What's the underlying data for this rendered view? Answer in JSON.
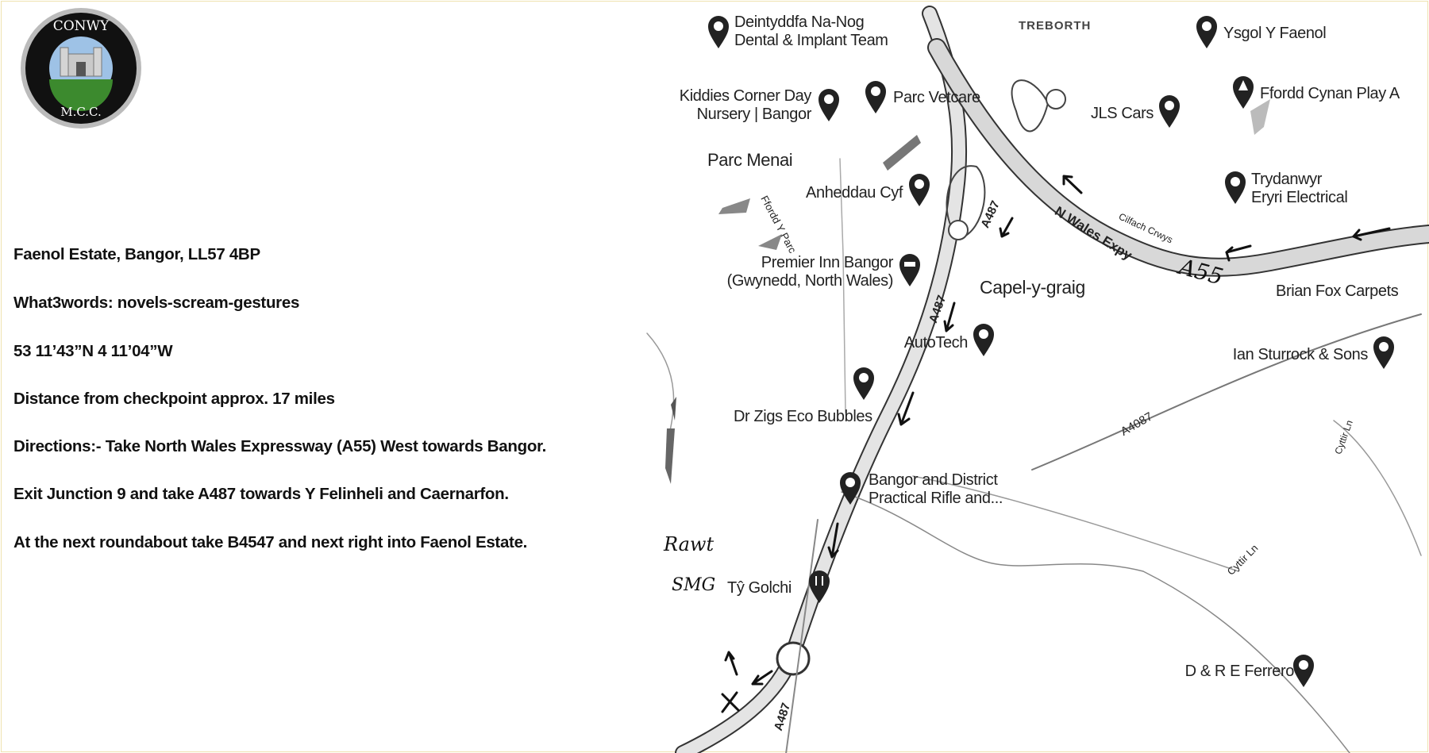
{
  "logo": {
    "top_text": "CONWY",
    "bottom_text": "M.C.C."
  },
  "info": {
    "address": "Faenol Estate, Bangor, LL57 4BP",
    "what3words": "What3words: novels-scream-gestures",
    "coordinates": "53 11’43”N   4 11’04”W",
    "distance": "Distance from checkpoint approx. 17 miles",
    "directions_1": "Directions:-  Take North Wales Expressway (A55) West towards Bangor.",
    "directions_2": "Exit Junction 9 and take A487 towards Y Felinheli and Caernarfon.",
    "directions_3": "At the next roundabout take B4547 and next right into Faenol Estate."
  },
  "map": {
    "places": {
      "deintyddfa_1": "Deintyddfa Na-Nog",
      "deintyddfa_2": "Dental & Implant Team",
      "treborth": "TREBORTH",
      "ysgol": "Ysgol Y Faenol",
      "kiddies_1": "Kiddies Corner Day",
      "kiddies_2": "Nursery | Bangor",
      "vetcare": "Parc Vetcare",
      "jls": "JLS Cars",
      "ffordd_cynan": "Ffordd Cynan Play A",
      "parc_menai": "Parc Menai",
      "anheddau": "Anheddau Cyf",
      "trydanwyr_1": "Trydanwyr",
      "trydanwyr_2": "Eryri Electrical",
      "premier_1": "Premier Inn Bangor",
      "premier_2": "(Gwynedd, North Wales)",
      "capel": "Capel-y-graig",
      "brian_fox": "Brian Fox Carpets",
      "autotech": "AutoTech",
      "ian_sturrock": "Ian Sturrock & Sons",
      "dr_zigs": "Dr Zigs Eco Bubbles",
      "bangor_rifle_1": "Bangor and District",
      "bangor_rifle_2": "Practical Rifle and...",
      "ty_golchi": "Tŷ Golchi",
      "ferrero": "D & R E Ferrero"
    },
    "roads": {
      "a487_1": "A487",
      "a487_2": "A487",
      "a487_3": "A487",
      "n_wales_expy": "N Wales Expy",
      "cilfach": "Cilfach Crwys",
      "ffordd_y_parc": "Ffordd Y Parc",
      "a4087": "A4087",
      "cyttir_1": "Cyttir Ln",
      "cyttir_2": "Cyttir Ln"
    },
    "handwritten": {
      "a55": "A55",
      "rawt": "Rawt",
      "smg": "SMG"
    }
  }
}
